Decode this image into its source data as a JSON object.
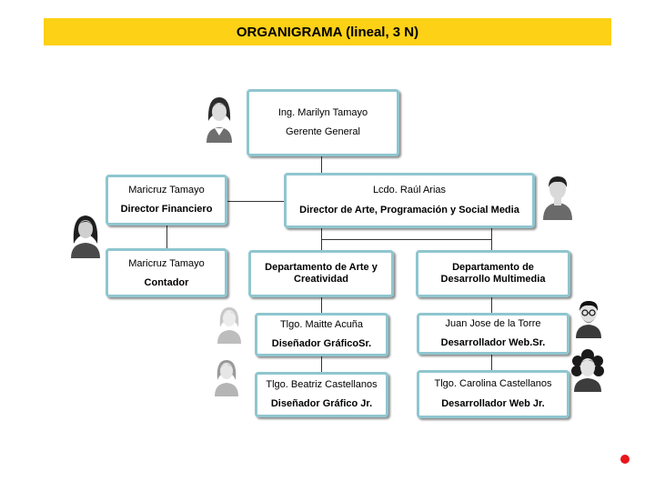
{
  "title": "ORGANIGRAMA (lineal, 3 N)",
  "nodes": {
    "gerente": {
      "name": "Ing. Marilyn Tamayo",
      "role": "Gerente General"
    },
    "financiero": {
      "name": "Maricruz Tamayo",
      "role": "Director Financiero"
    },
    "contador": {
      "name": "Maricruz Tamayo",
      "role": "Contador"
    },
    "arte": {
      "name": "Lcdo. Raúl Arias",
      "role": "Director de Arte, Programación y Social Media"
    },
    "dept_arte": {
      "label": "Departamento de Arte y Creatividad"
    },
    "dept_multimedia": {
      "label": "Departamento de Desarrollo Multimedia"
    },
    "grafico_sr": {
      "name": "Tlgo. Maitte Acuña",
      "role": "Diseñador GráficoSr."
    },
    "grafico_jr": {
      "name": "Tlgo. Beatriz Castellanos",
      "role": "Diseñador Gráfico Jr."
    },
    "web_sr": {
      "name": "Juan Jose de la Torre",
      "role": "Desarrollador Web.Sr."
    },
    "web_jr": {
      "name": "Tlgo. Carolina Castellanos",
      "role": "Desarrollador Web Jr."
    }
  },
  "avatars": [
    "woman-avatar-icon",
    "woman-dark-avatar-icon",
    "man-avatar-icon",
    "girl-avatar-icon",
    "woman-avatar-icon",
    "man-glasses-avatar-icon",
    "curly-woman-avatar-icon"
  ]
}
